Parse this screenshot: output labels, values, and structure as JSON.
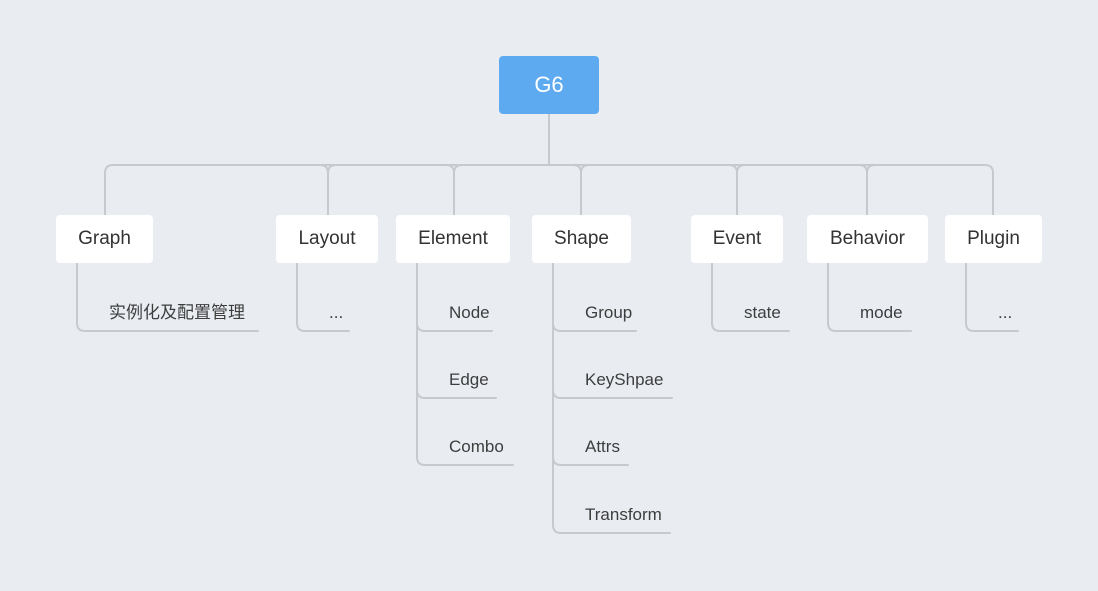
{
  "root": {
    "label": "G6"
  },
  "branches": [
    {
      "label": "Graph",
      "children": [
        "实例化及配置管理"
      ]
    },
    {
      "label": "Layout",
      "children": [
        "..."
      ]
    },
    {
      "label": "Element",
      "children": [
        "Node",
        "Edge",
        "Combo"
      ]
    },
    {
      "label": "Shape",
      "children": [
        "Group",
        "KeyShpae",
        "Attrs",
        "Transform"
      ]
    },
    {
      "label": "Event",
      "children": [
        "state"
      ]
    },
    {
      "label": "Behavior",
      "children": [
        "mode"
      ]
    },
    {
      "label": "Plugin",
      "children": [
        "..."
      ]
    }
  ],
  "colors": {
    "background": "#e9edf2",
    "root_fill": "#5eaaf0",
    "node_fill": "#ffffff",
    "connector": "#c6c9cd"
  }
}
